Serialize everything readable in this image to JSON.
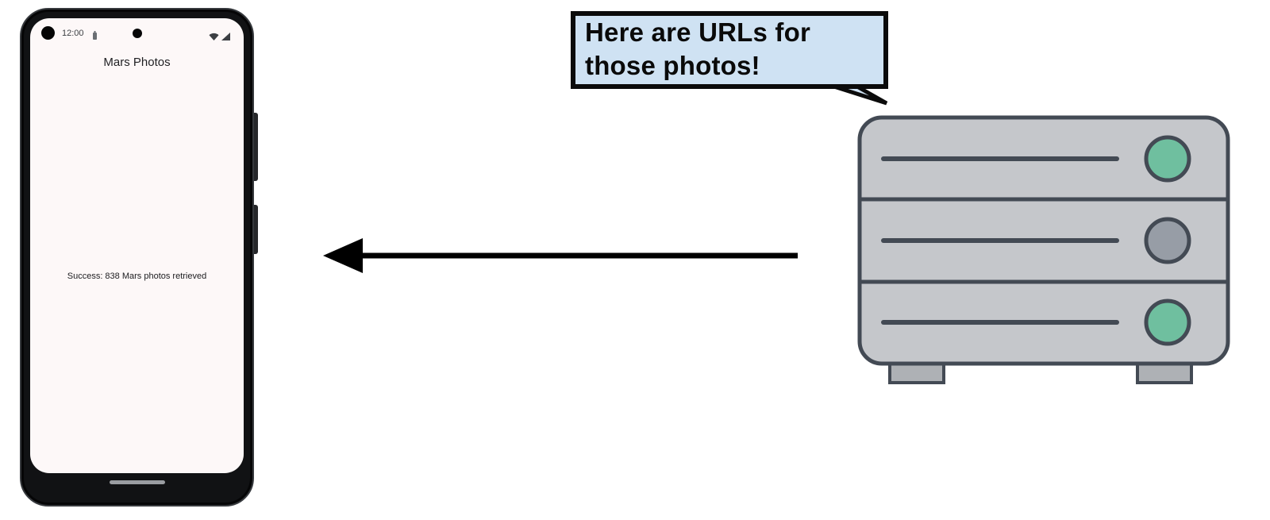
{
  "bubble": {
    "lines": [
      "Here are URLs for",
      "those photos!"
    ]
  },
  "phone": {
    "status_bar": {
      "time": "12:00"
    },
    "app_title": "Mars Photos",
    "status_message": "Success: 838 Mars photos retrieved"
  },
  "colors": {
    "bubble_bg": "#cfe2f3",
    "outline_black": "#0b0b0b",
    "server_body": "#c5c7cb",
    "server_outline": "#434a54",
    "server_foot": "#aeb1b5",
    "led_green": "#6fbf9f",
    "led_gray": "#979da6",
    "arrow_black": "#000000",
    "phone_frame": "#111214",
    "screen_bg": "#fdf8f8"
  }
}
